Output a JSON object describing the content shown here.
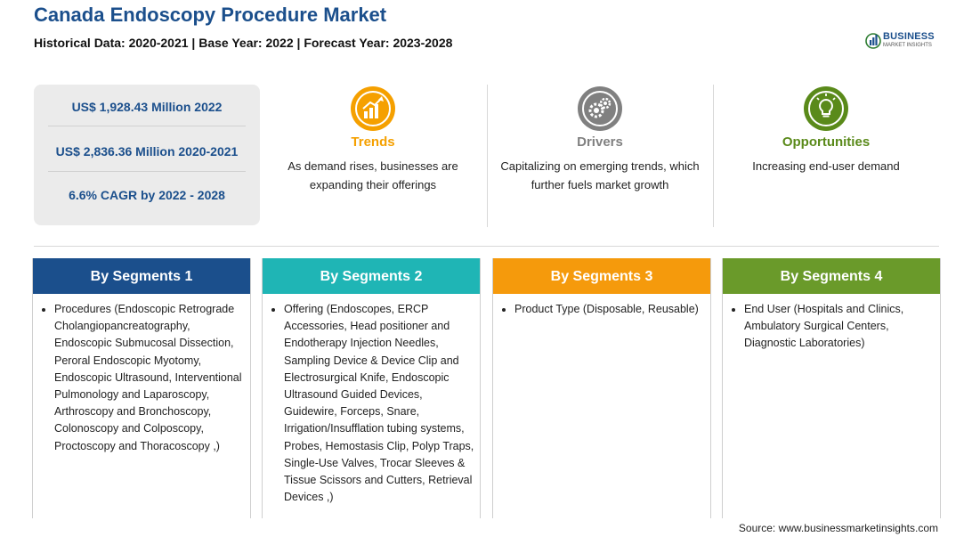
{
  "header": {
    "title": "Canada Endoscopy Procedure Market",
    "subtitle": "Historical Data: 2020-2021 | Base Year: 2022 | Forecast Year: 2023-2028",
    "logo_text": "BUSINESS",
    "logo_sub": "MARKET INSIGHTS"
  },
  "stats": [
    "US$ 1,928.43 Million 2022",
    "US$ 2,836.36 Million 2020-2021",
    "6.6% CAGR by 2022 - 2028"
  ],
  "features": [
    {
      "title": "Trends",
      "desc": "As demand rises, businesses are expanding their offerings",
      "color": "#f5a000"
    },
    {
      "title": "Drivers",
      "desc": "Capitalizing on emerging trends, which further fuels market growth",
      "color": "#808080"
    },
    {
      "title": "Opportunities",
      "desc": "Increasing end-user demand",
      "color": "#5a8a1a"
    }
  ],
  "segments": [
    {
      "title": "By Segments 1",
      "color": "#1b4f8c",
      "items": [
        "Procedures (Endoscopic Retrograde Cholangiopancreatography, Endoscopic Submucosal Dissection, Peroral Endoscopic Myotomy, Endoscopic Ultrasound, Interventional Pulmonology and Laparoscopy, Arthroscopy and Bronchoscopy, Colonoscopy and Colposcopy, Proctoscopy and Thoracoscopy ,)"
      ]
    },
    {
      "title": "By Segments 2",
      "color": "#1fb5b5",
      "items": [
        "Offering (Endoscopes, ERCP Accessories, Head positioner and Endotherapy Injection Needles, Sampling Device & Device Clip and Electrosurgical Knife, Endoscopic Ultrasound Guided Devices, Guidewire, Forceps, Snare, Irrigation/Insufflation tubing systems, Probes, Hemostasis Clip, Polyp Traps, Single-Use Valves, Trocar Sleeves & Tissue Scissors and Cutters, Retrieval Devices ,)"
      ]
    },
    {
      "title": "By Segments 3",
      "color": "#f59a0c",
      "items": [
        "Product Type (Disposable, Reusable)"
      ]
    },
    {
      "title": "By Segments 4",
      "color": "#6a9a2a",
      "items": [
        "End User (Hospitals and Clinics, Ambulatory Surgical Centers, Diagnostic Laboratories)"
      ]
    }
  ],
  "source": "Source: www.businessmarketinsights.com"
}
